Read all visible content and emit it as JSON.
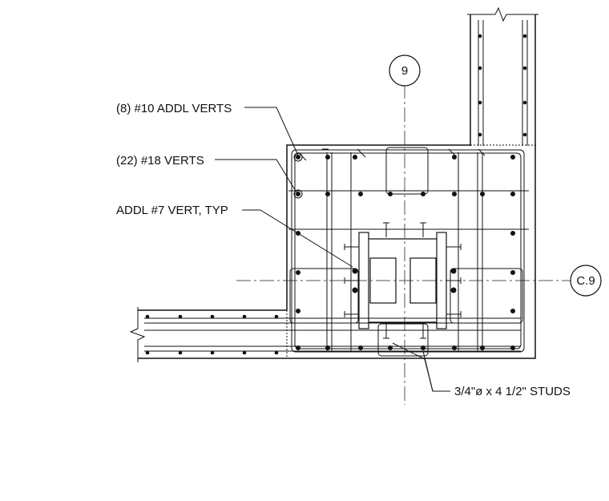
{
  "grid": {
    "vertical_label": "9",
    "horizontal_label": "C.9"
  },
  "callouts": {
    "addl_verts": "(8) #10 ADDL VERTS",
    "verts": "(22) #18 VERTS",
    "addl_7": "ADDL #7 VERT, TYP",
    "studs": "3/4\"ø x 4 1/2\" STUDS"
  }
}
